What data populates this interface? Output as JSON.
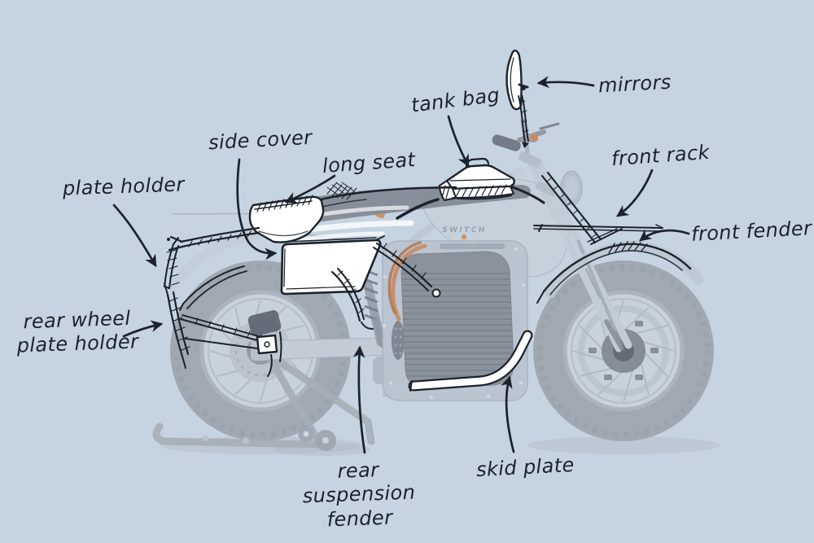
{
  "diagram": {
    "background_color": "#c6d4e1",
    "ink_color": "#1c222b",
    "brand_logo": "SWITCH",
    "labels": {
      "plate_holder": "plate holder",
      "side_cover": "side cover",
      "long_seat": "long seat",
      "tank_bag": "tank bag",
      "mirrors": "mirrors",
      "front_rack": "front rack",
      "front_fender": "front fender",
      "rear_wheel_plate_holder_line1": "rear wheel",
      "rear_wheel_plate_holder_line2": "plate holder",
      "rear_suspension_fender_line1": "rear suspension",
      "rear_suspension_fender_line2": "fender",
      "skid_plate": "skid plate"
    }
  }
}
